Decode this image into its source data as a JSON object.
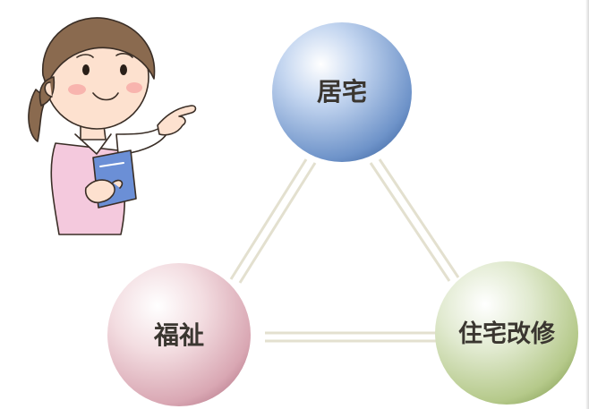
{
  "diagram": {
    "nodes": {
      "home": {
        "label": "居宅",
        "color": "#6e93c9"
      },
      "welfare": {
        "label": "福祉",
        "color": "#d9a7b3"
      },
      "renovation": {
        "label": "住宅改修",
        "color": "#b5c98a"
      }
    },
    "connector_color": "#e3e0cf",
    "illustration": "caregiver-woman-pointing"
  }
}
